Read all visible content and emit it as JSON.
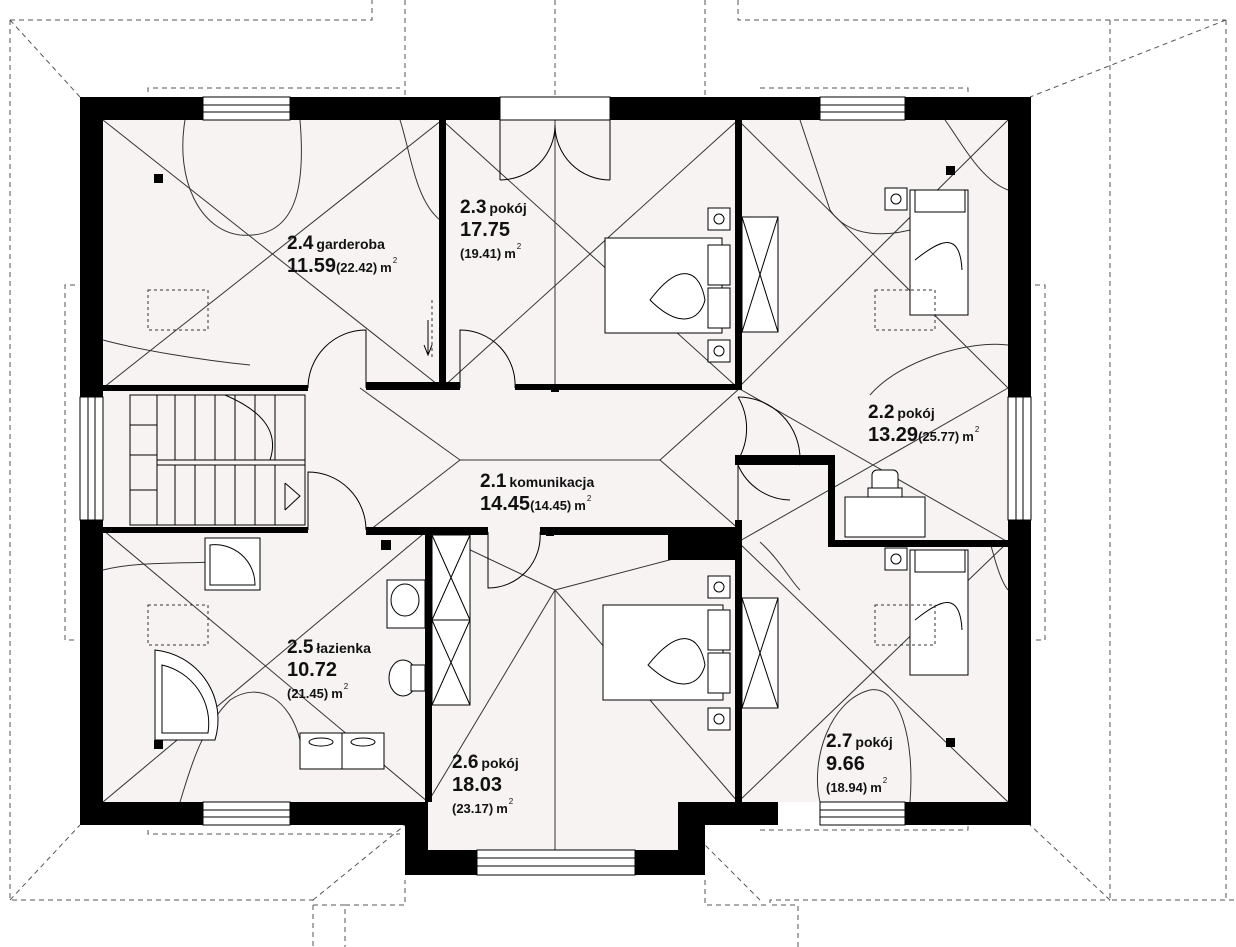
{
  "rooms": [
    {
      "id": "r21",
      "number": "2.1",
      "name": "komunikacja",
      "area": "14.45",
      "total": "(14.45)",
      "unit": "m",
      "sup": "2"
    },
    {
      "id": "r22",
      "number": "2.2",
      "name": "pokój",
      "area": "13.29",
      "total": "(25.77)",
      "unit": "m",
      "sup": "2"
    },
    {
      "id": "r23",
      "number": "2.3",
      "name": "pokój",
      "area": "17.75",
      "total": "(19.41)",
      "unit": "m",
      "sup": "2"
    },
    {
      "id": "r24",
      "number": "2.4",
      "name": "garderoba",
      "area": "11.59",
      "total": "(22.42)",
      "unit": "m",
      "sup": "2"
    },
    {
      "id": "r25",
      "number": "2.5",
      "name": "łazienka",
      "area": "10.72",
      "total": "(21.45)",
      "unit": "m",
      "sup": "2"
    },
    {
      "id": "r26",
      "number": "2.6",
      "name": "pokój",
      "area": "18.03",
      "total": "(23.17)",
      "unit": "m",
      "sup": "2"
    },
    {
      "id": "r27",
      "number": "2.7",
      "name": "pokój",
      "area": "9.66",
      "total": "(18.94)",
      "unit": "m",
      "sup": "2"
    }
  ],
  "colors": {
    "wall": "#000000",
    "floor": "#f7f3f3",
    "line": "#222222",
    "background": "#ffffff"
  }
}
